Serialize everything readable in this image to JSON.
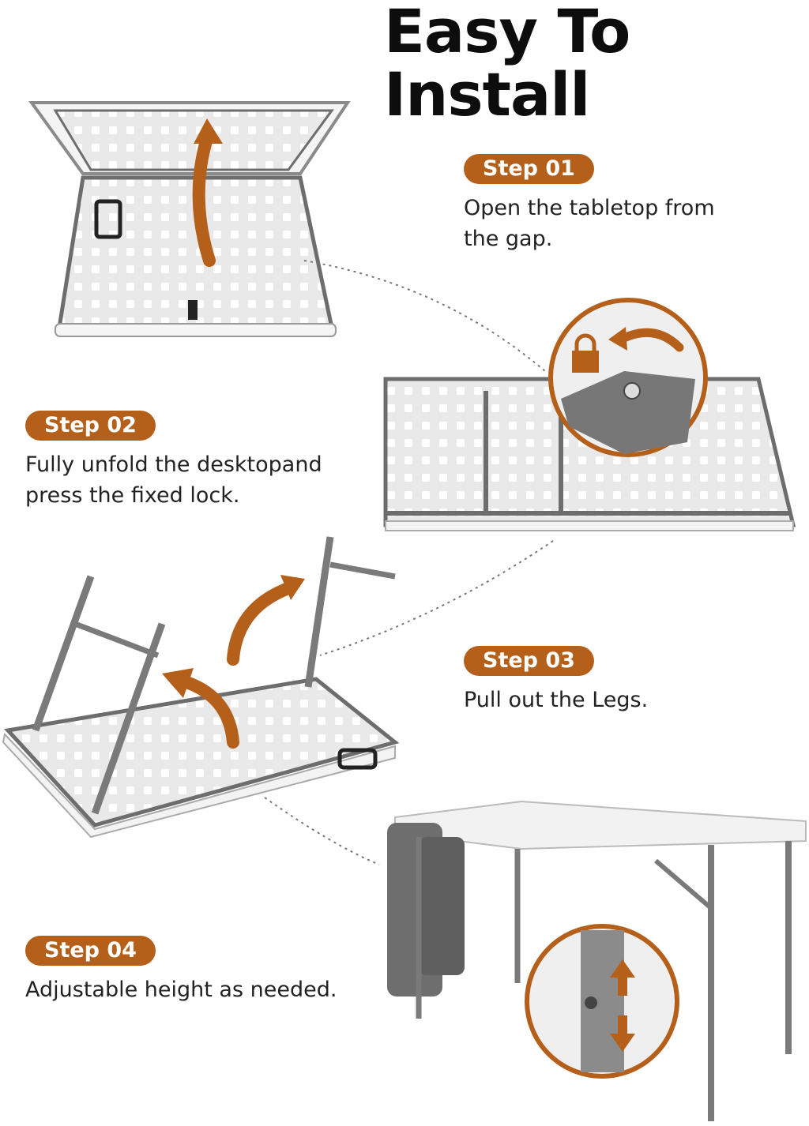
{
  "title": "Easy To Install",
  "steps": [
    {
      "label": "Step 01",
      "text": "Open the tabletop from the gap."
    },
    {
      "label": "Step 02",
      "text": "Fully unfold the desktopand press the fixed lock."
    },
    {
      "label": "Step 03",
      "text": "Pull out the Legs."
    },
    {
      "label": "Step 04",
      "text": "Adjustable height as needed."
    }
  ],
  "colors": {
    "accent": "#b5601a",
    "frame": "#7a7a7a",
    "table": "#f2f2f2"
  },
  "icons": [
    "lock-icon",
    "curved-arrow-icon",
    "up-arrow-icon",
    "down-arrow-icon"
  ]
}
